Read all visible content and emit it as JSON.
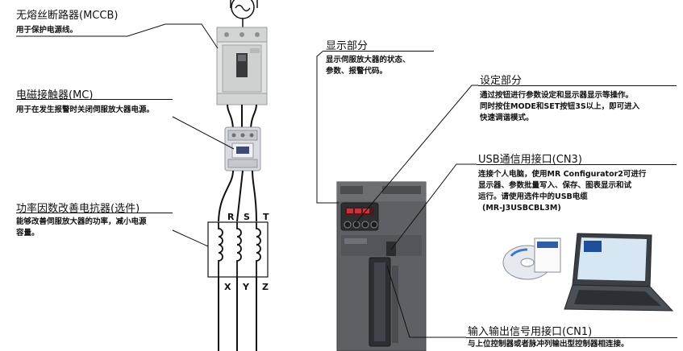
{
  "mccb": {
    "title": "无熔丝断路器(MCCB)",
    "desc": "用于保护电源线。"
  },
  "mc": {
    "title": "电磁接触器(MC)",
    "desc": "用于在发生报警时关闭伺服放大器电源。"
  },
  "reactor": {
    "title": "功率因数改善电抗器(选件)",
    "desc_line1": "能够改善伺服放大器的功率，减小电源",
    "desc_line2": "容量。"
  },
  "display": {
    "title": "显示部分",
    "desc_line1": "显示伺服放大器的状态、",
    "desc_line2": "参数、报警代码。"
  },
  "setting": {
    "title": "设定部分",
    "desc_line1": "通过按钮进行参数设定和显示器显示等操作。",
    "desc_line2": "同时按住MODE和SET按钮3S以上，即可进入",
    "desc_line3": "快速调谐模式。"
  },
  "usb": {
    "title": "USB通信用接口(CN3)",
    "desc_line1": "连接个人电脑，使用MR Configurator2可进行",
    "desc_line2": "显示器、参数批量写入、保存、图表显示和试",
    "desc_line3": "运行。请使用选件中的USB电缆",
    "desc_line4": "(MR-J3USBCBL3M)"
  },
  "io": {
    "title": "输入输出信号用接口(CN1)",
    "desc": "与上位控制器或者脉冲列输出型控制器相连接。"
  },
  "phases": {
    "r": "R",
    "s": "S",
    "t": "T",
    "x": "X",
    "y": "Y",
    "z": "Z"
  },
  "source_symbol": "~",
  "colors": {
    "amplifier_body": "#5d6166",
    "amplifier_dark": "#2c2e31",
    "breaker_body": "#e2e4e3",
    "contactor_body": "#d9dbe0",
    "display_red": "#c8323a",
    "laptop_dark": "#3b3f44"
  },
  "icons": [
    "ac-source-icon",
    "breaker-icon",
    "contactor-icon",
    "reactor-coil-icon",
    "servo-amplifier-icon",
    "laptop-icon",
    "software-cd-icon"
  ]
}
